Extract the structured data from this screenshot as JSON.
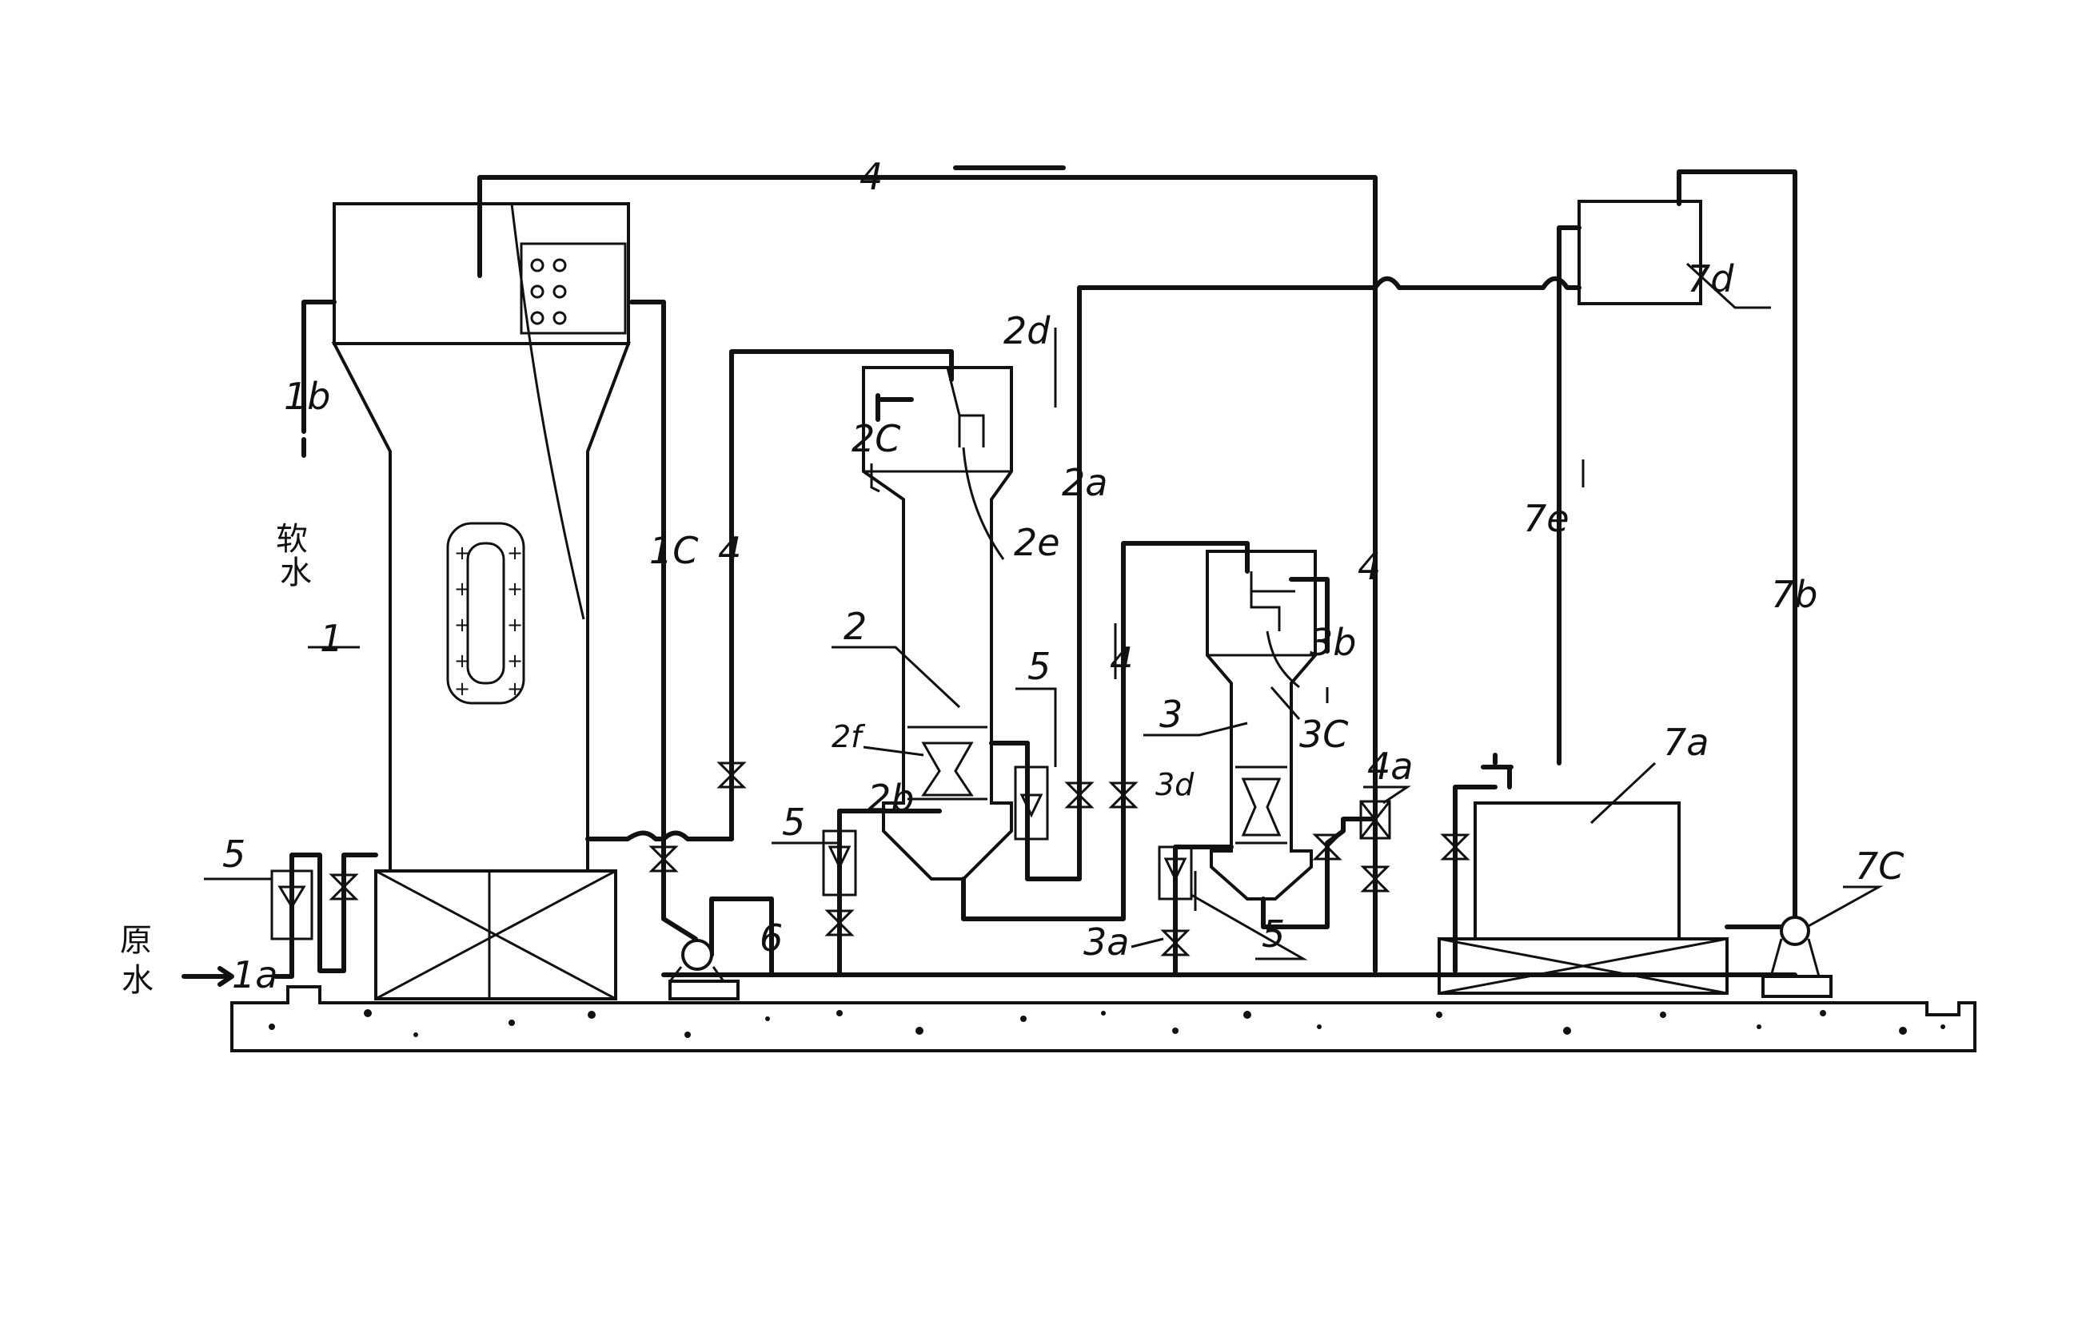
{
  "labels": {
    "n1": "1",
    "n1a": "1a",
    "n1b": "1b",
    "n1c": "1C",
    "n2": "2",
    "n2a": "2a",
    "n2b": "2b",
    "n2c": "2C",
    "n2d": "2d",
    "n2e": "2e",
    "n2f": "2f",
    "n3": "3",
    "n3a": "3a",
    "n3b": "3b",
    "n3c": "3C",
    "n3d": "3d",
    "n4": "4",
    "n4a": "4a",
    "n5": "5",
    "n6": "6",
    "n7a": "7a",
    "n7b": "7b",
    "n7c": "7C",
    "n7d": "7d",
    "n7e": "7e"
  },
  "text": {
    "soft_water_1": "软",
    "soft_water_2": "水",
    "raw_water_1": "原",
    "raw_water_2": "水"
  }
}
